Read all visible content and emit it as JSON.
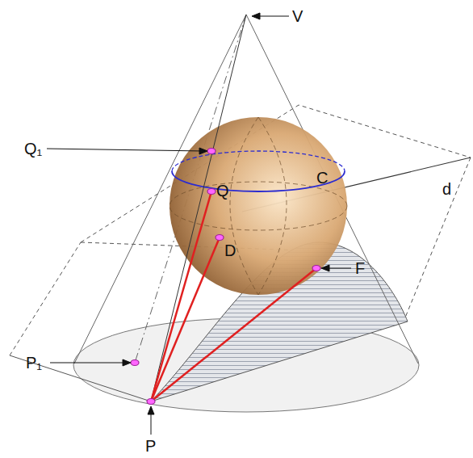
{
  "diagram": {
    "labels": [
      "V",
      "Q₁",
      "C",
      "Q",
      "d",
      "D",
      "F",
      "P₁",
      "P"
    ]
  }
}
